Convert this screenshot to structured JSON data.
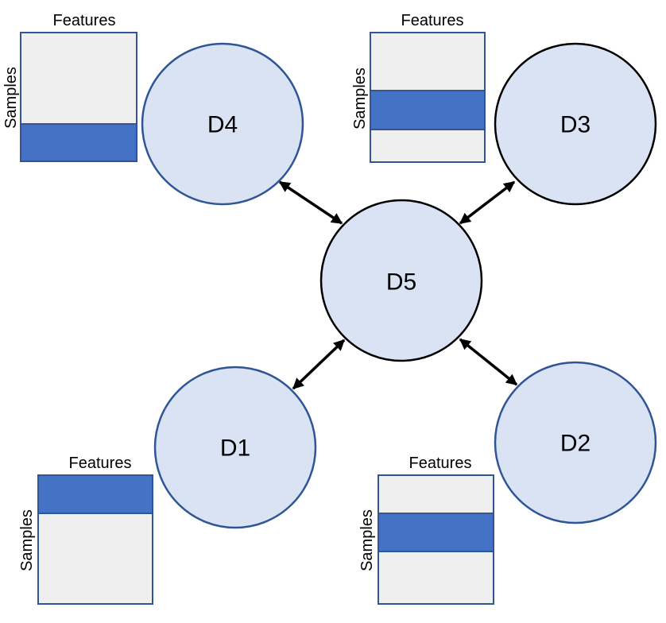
{
  "nodes": [
    {
      "id": "D1",
      "label": "D1"
    },
    {
      "id": "D2",
      "label": "D2"
    },
    {
      "id": "D3",
      "label": "D3"
    },
    {
      "id": "D4",
      "label": "D4"
    },
    {
      "id": "D5",
      "label": "D5"
    }
  ],
  "edges": [
    {
      "from": "D4",
      "to": "D5",
      "direction": "both"
    },
    {
      "from": "D3",
      "to": "D5",
      "direction": "both"
    },
    {
      "from": "D1",
      "to": "D5",
      "direction": "both"
    },
    {
      "from": "D2",
      "to": "D5",
      "direction": "both"
    }
  ],
  "matrices": [
    {
      "for": "D4",
      "column_label": "Features",
      "row_label": "Samples"
    },
    {
      "for": "D3",
      "column_label": "Features",
      "row_label": "Samples"
    },
    {
      "for": "D1",
      "column_label": "Features",
      "row_label": "Samples"
    },
    {
      "for": "D2",
      "column_label": "Features",
      "row_label": "Samples"
    }
  ],
  "colors": {
    "circle_fill": "#dae3f3",
    "circle_stroke_blue": "#2f5597",
    "circle_stroke_dark": "#000000",
    "matrix_fill": "#efefef",
    "matrix_band": "#4472c4"
  }
}
